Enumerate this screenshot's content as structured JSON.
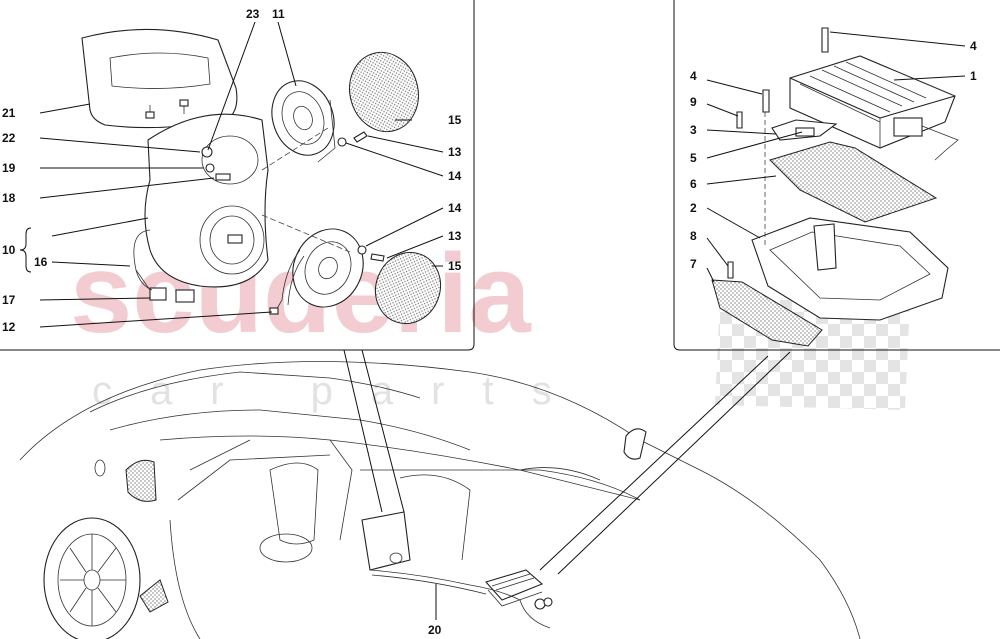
{
  "watermark": {
    "brand": "scuderia",
    "sub": "car parts"
  },
  "left_panel": {
    "labels": {
      "p23": "23",
      "p11": "11",
      "p21": "21",
      "p22": "22",
      "p19": "19",
      "p18": "18",
      "p15a": "15",
      "p13a": "13",
      "p14a": "14",
      "p14b": "14",
      "p13b": "13",
      "p15b": "15",
      "p10": "10",
      "p16": "16",
      "p17": "17",
      "p12": "12"
    }
  },
  "right_panel": {
    "labels": {
      "p4a": "4",
      "p1": "1",
      "p4b": "4",
      "p9": "9",
      "p3": "3",
      "p5": "5",
      "p6": "6",
      "p2": "2",
      "p8": "8",
      "p7": "7"
    }
  },
  "car_view": {
    "labels": {
      "p20": "20"
    }
  }
}
